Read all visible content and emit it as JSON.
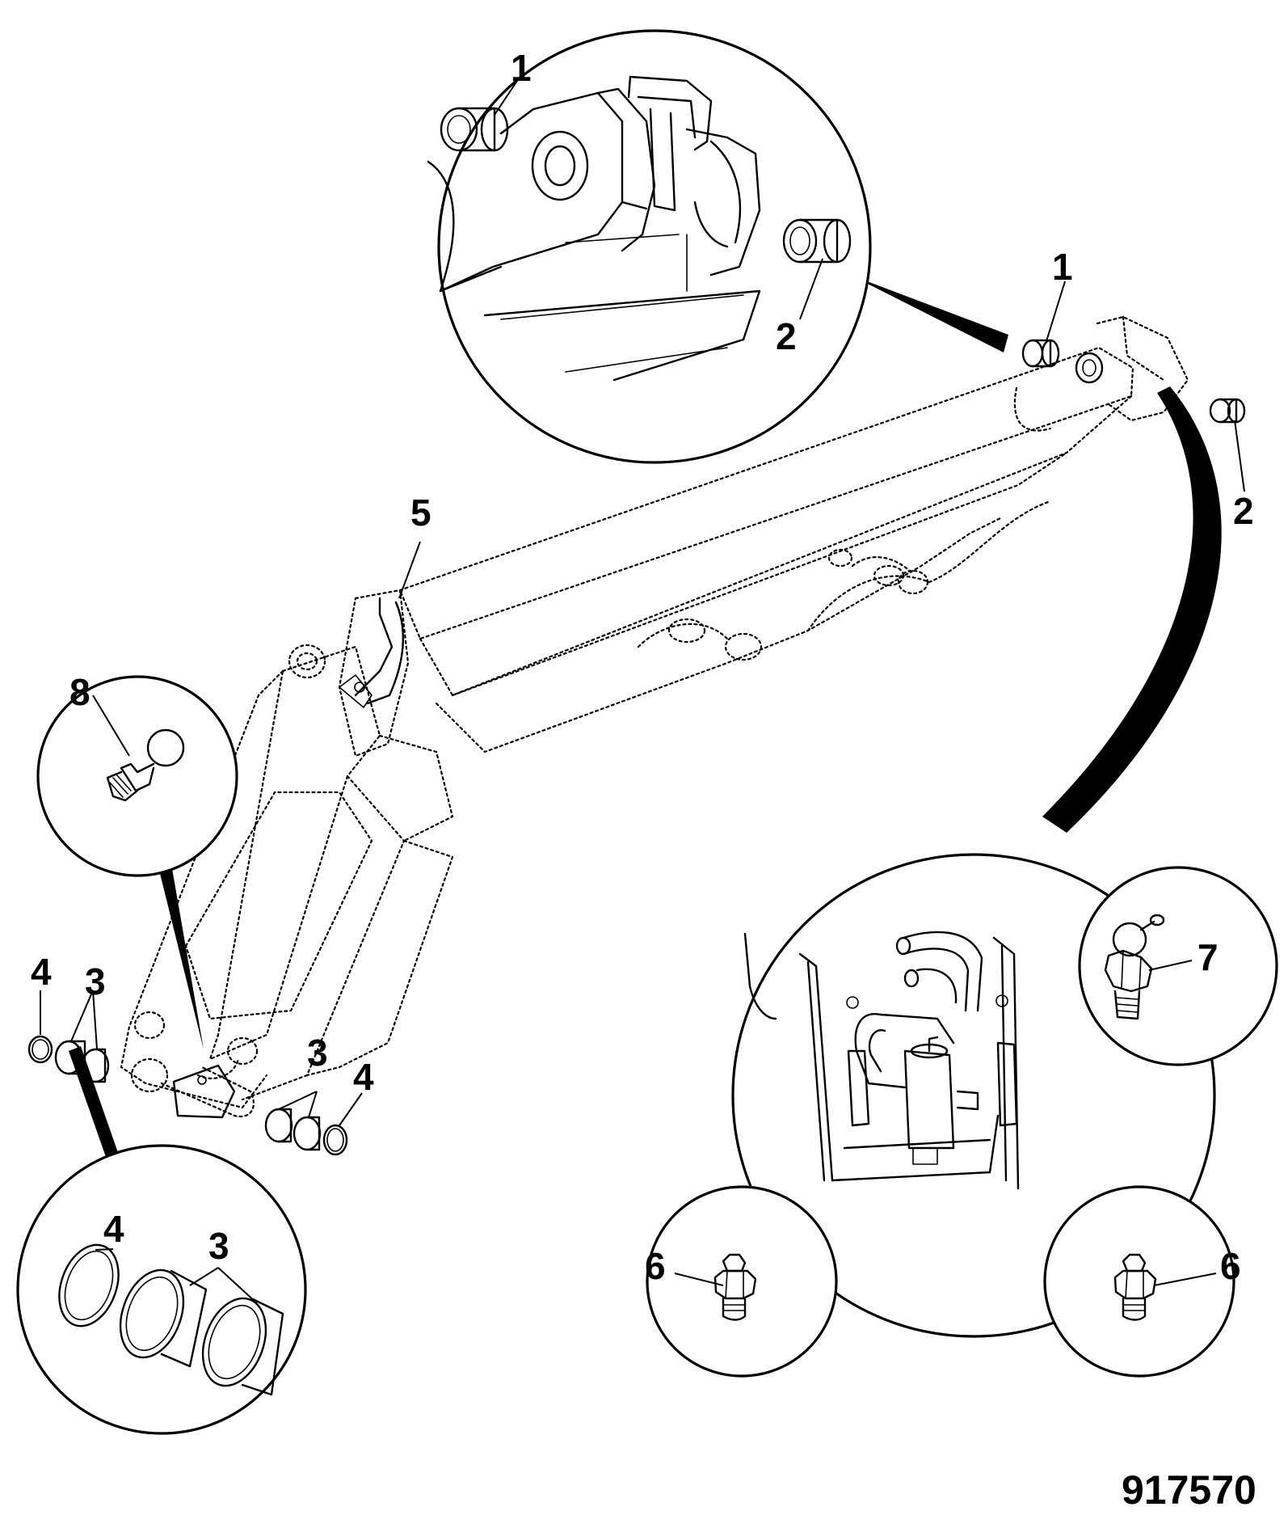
{
  "figure_number": "917570",
  "callouts": [
    {
      "id": "callout-1-detail",
      "text": "1"
    },
    {
      "id": "callout-2-detail",
      "text": "2"
    },
    {
      "id": "callout-1-boom",
      "text": "1"
    },
    {
      "id": "callout-2-boom",
      "text": "2"
    },
    {
      "id": "callout-5",
      "text": "5"
    },
    {
      "id": "callout-8",
      "text": "8"
    },
    {
      "id": "callout-4-left",
      "text": "4"
    },
    {
      "id": "callout-3-left",
      "text": "3"
    },
    {
      "id": "callout-3-right",
      "text": "3"
    },
    {
      "id": "callout-4-right",
      "text": "4"
    },
    {
      "id": "callout-4-detail",
      "text": "4"
    },
    {
      "id": "callout-3-detail",
      "text": "3"
    },
    {
      "id": "callout-7",
      "text": "7"
    },
    {
      "id": "callout-6-left",
      "text": "6"
    },
    {
      "id": "callout-6-right",
      "text": "6"
    }
  ]
}
